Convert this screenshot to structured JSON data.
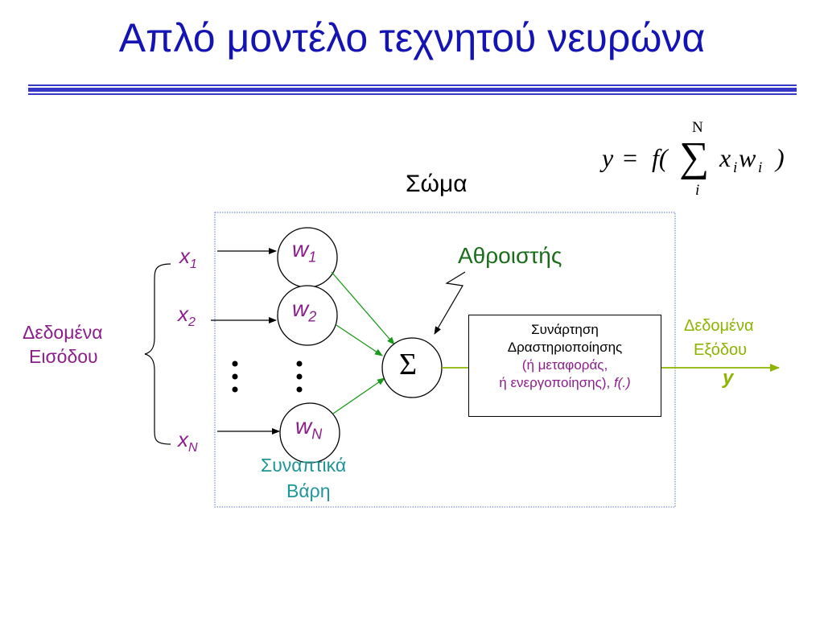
{
  "slide": {
    "title": "Απλό μοντέλο τεχνητού νευρώνα"
  },
  "formula": {
    "lhs": "y",
    "equals": "=",
    "func_open": "f(",
    "sum_symbol": "∑",
    "sum_upper": "N",
    "sum_lower": "i",
    "term_x": "x",
    "term_x_sub": "i",
    "term_w": "w",
    "term_w_sub": "i",
    "close": ")"
  },
  "diagram": {
    "body_label": "Σώμα",
    "input_label_line1": "Δεδομένα",
    "input_label_line2": "Εισόδου",
    "inputs": [
      {
        "var": "x",
        "sub": "1"
      },
      {
        "var": "x",
        "sub": "2"
      },
      {
        "var": "x",
        "sub": "N"
      }
    ],
    "weights": [
      {
        "var": "w",
        "sub": "1"
      },
      {
        "var": "w",
        "sub": "2"
      },
      {
        "var": "w",
        "sub": "N"
      }
    ],
    "summation_symbol": "Σ",
    "summer_label": "Αθροιστής",
    "weights_label_line1": "Συναπτικά",
    "weights_label_line2": "Βάρη",
    "activation": {
      "line1": "Συνάρτηση",
      "line2": "Δραστηριοποίησης",
      "line3": "(ή μεταφοράς,",
      "line4": "ή ενεργοποίησης),",
      "line4_func": "f(.)"
    },
    "output_label_line1": "Δεδομένα",
    "output_label_line2": "Εξόδου",
    "output_var": "y"
  },
  "colors": {
    "title": "#1414b4",
    "input": "#8c1e8c",
    "output": "#8cb400",
    "summer": "#1a6e1a",
    "weights": "#1e9696",
    "connections": "#1a9a1a"
  }
}
